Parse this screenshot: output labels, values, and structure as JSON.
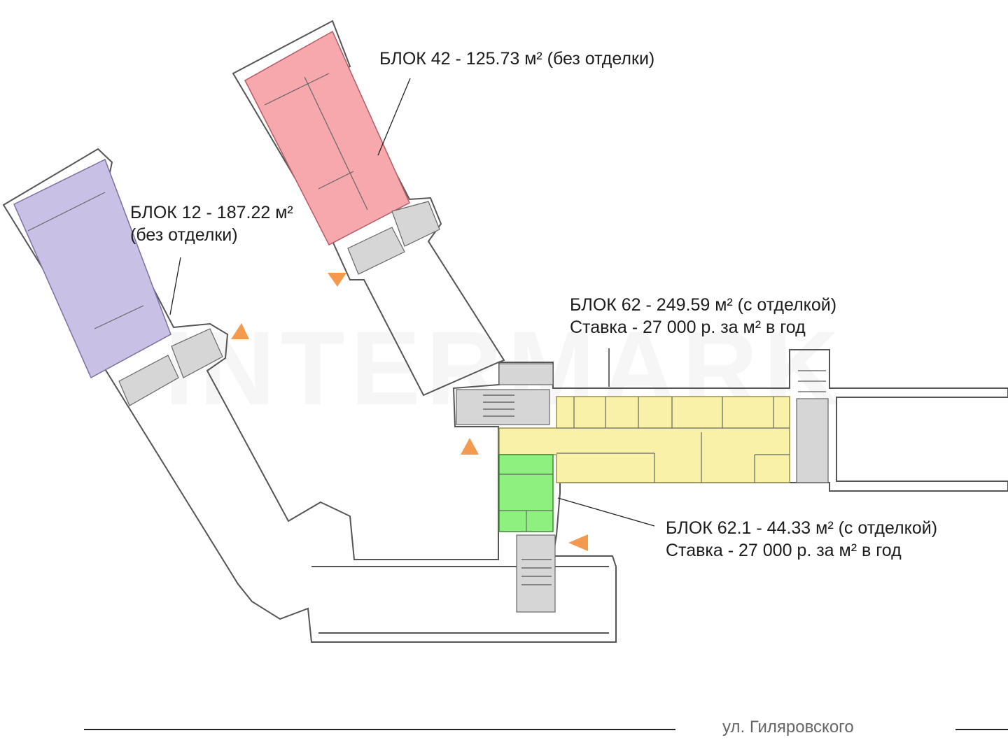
{
  "watermark": "INTERMARK",
  "colors": {
    "block12": "#c9c0e6",
    "block42": "#f7a8ad",
    "block62": "#f9f1a8",
    "block62_1": "#8ef07e",
    "service": "#d6d6d6",
    "arrow": "#f39a4e"
  },
  "blocks": [
    {
      "id": "block42",
      "line1": "БЛОК 42 - 125.73 м² (без отделки)"
    },
    {
      "id": "block12",
      "line1": "БЛОК 12 - 187.22 м²",
      "line2": "(без отделки)"
    },
    {
      "id": "block62",
      "line1": "БЛОК 62 - 249.59 м² (с отделкой)",
      "line2": "Ставка - 27 000 р. за м² в год"
    },
    {
      "id": "block62_1",
      "line1": "БЛОК 62.1 - 44.33 м² (с отделкой)",
      "line2": "Ставка - 27 000 р. за м² в год"
    }
  ],
  "street": "ул. Гиляровского"
}
